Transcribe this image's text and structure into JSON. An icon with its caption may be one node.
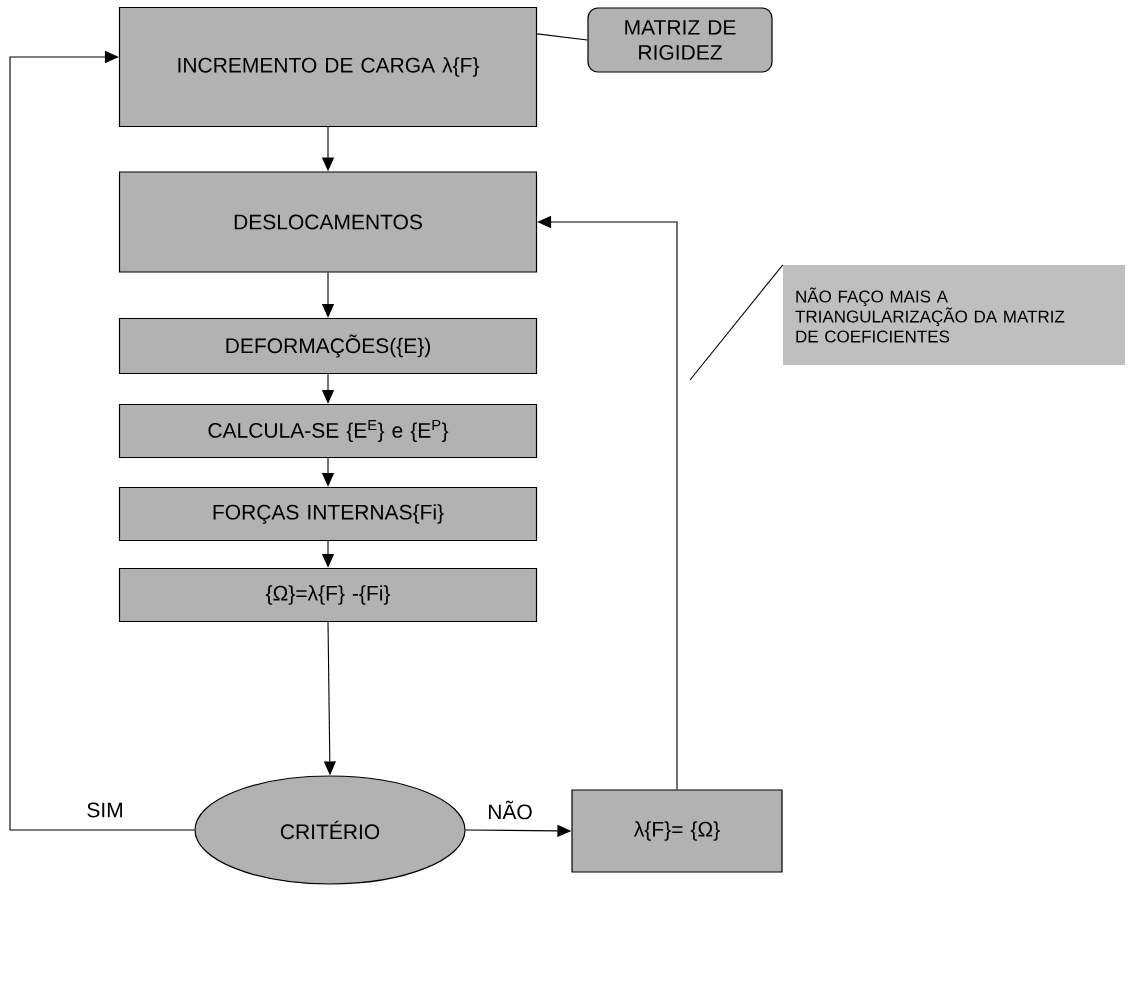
{
  "diagram": {
    "nodes": [
      {
        "text": [
          "INCREMENTO DE CARGA λ{F}"
        ]
      },
      {
        "text": [
          "MATRIZ DE RIGIDEZ"
        ]
      },
      {
        "text": [
          "DESLOCAMENTOS"
        ]
      },
      {
        "text": [
          "DEFORMAÇÕES({E})"
        ]
      },
      {
        "text": [
          "CALCULA-SE {E$^{E}$} e {E$^{P}$}"
        ]
      },
      {
        "text": [
          "FORÇAS INTERNAS{Fi}"
        ]
      },
      {
        "text": [
          "{Ω}=λ{F} -{Fi}"
        ]
      },
      {
        "text": [
          "CRITÉRIO"
        ]
      },
      {
        "text": [
          "λ{F}= {Ω}"
        ]
      },
      {
        "text": [
          "NÃO FAÇO MAIS A TRIANGULARIZAÇÃO DA MATRIZ DE COEFICIENTES"
        ]
      }
    ],
    "edges": [
      {
        "from": 0,
        "to": 1,
        "arrow": "none"
      },
      {
        "from": 0,
        "to": 2,
        "arrow": "to"
      },
      {
        "from": 2,
        "to": 3,
        "arrow": "to"
      },
      {
        "from": 3,
        "to": 4,
        "arrow": "to"
      },
      {
        "from": 4,
        "to": 5,
        "arrow": "to"
      },
      {
        "from": 5,
        "to": 6,
        "arrow": "to"
      },
      {
        "from": 6,
        "to": 7,
        "arrow": "to"
      },
      {
        "from": 7,
        "to": 0,
        "arrow": "to",
        "label": "SIM"
      },
      {
        "from": 7,
        "to": 8,
        "arrow": "to",
        "label": "NÃO"
      },
      {
        "from": 8,
        "to": 2,
        "arrow": "to"
      },
      {
        "from": 9,
        "to": null,
        "arrow": "none"
      }
    ]
  }
}
